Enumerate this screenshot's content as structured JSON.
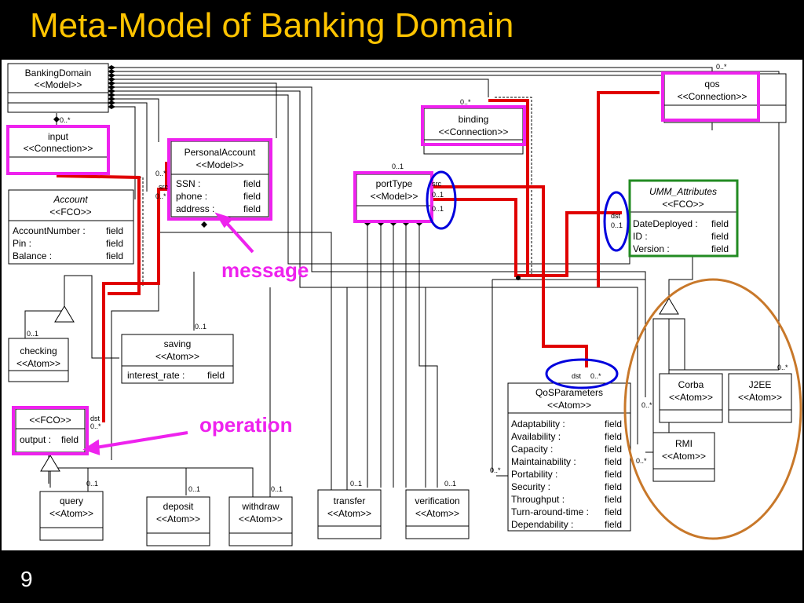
{
  "slide": {
    "title": "Meta-Model of Banking Domain",
    "page_number": "9"
  },
  "annotations": {
    "message": "message",
    "operation": "operation"
  },
  "boxes": {
    "banking_domain": {
      "name": "BankingDomain",
      "stereo": "<<Model>>"
    },
    "input": {
      "name": "input",
      "stereo": "<<Connection>>"
    },
    "account": {
      "name": "Account",
      "stereo": "<<FCO>>",
      "attrs": [
        [
          "AccountNumber :",
          "field"
        ],
        [
          "Pin :",
          "field"
        ],
        [
          "Balance :",
          "field"
        ]
      ]
    },
    "personal_account": {
      "name": "PersonalAccount",
      "stereo": "<<Model>>",
      "attrs": [
        [
          "SSN :",
          "field"
        ],
        [
          "phone :",
          "field"
        ],
        [
          "address :",
          "field"
        ]
      ]
    },
    "checking": {
      "name": "checking",
      "stereo": "<<Atom>>"
    },
    "saving": {
      "name": "saving",
      "stereo": "<<Atom>>",
      "attrs": [
        [
          "interest_rate :",
          "field"
        ]
      ]
    },
    "output": {
      "stereo": "<<FCO>>",
      "attrs": [
        [
          "output :",
          "field"
        ]
      ]
    },
    "query": {
      "name": "query",
      "stereo": "<<Atom>>"
    },
    "deposit": {
      "name": "deposit",
      "stereo": "<<Atom>>"
    },
    "withdraw": {
      "name": "withdraw",
      "stereo": "<<Atom>>"
    },
    "transfer": {
      "name": "transfer",
      "stereo": "<<Atom>>"
    },
    "verification": {
      "name": "verification",
      "stereo": "<<Atom>>"
    },
    "binding": {
      "name": "binding",
      "stereo": "<<Connection>>"
    },
    "port_type": {
      "name": "portType",
      "stereo": "<<Model>>"
    },
    "qos": {
      "name": "qos",
      "stereo": "<<Connection>>"
    },
    "umm_attributes": {
      "name": "UMM_Attributes",
      "stereo": "<<FCO>>",
      "attrs": [
        [
          "DateDeployed :",
          "field"
        ],
        [
          "ID :",
          "field"
        ],
        [
          "Version :",
          "field"
        ]
      ]
    },
    "qos_parameters": {
      "name": "QoSParameters",
      "stereo": "<<Atom>>",
      "attrs": [
        [
          "Adaptability :",
          "field"
        ],
        [
          "Availability :",
          "field"
        ],
        [
          "Capacity :",
          "field"
        ],
        [
          "Maintainability :",
          "field"
        ],
        [
          "Portability :",
          "field"
        ],
        [
          "Security :",
          "field"
        ],
        [
          "Throughput :",
          "field"
        ],
        [
          "Turn-around-time :",
          "field"
        ],
        [
          "Dependability :",
          "field"
        ]
      ]
    },
    "corba": {
      "name": "Corba",
      "stereo": "<<Atom>>"
    },
    "j2ee": {
      "name": "J2EE",
      "stereo": "<<Atom>>"
    },
    "rmi": {
      "name": "RMI",
      "stereo": "<<Atom>>"
    }
  },
  "labels": {
    "m0_star": "0..*",
    "m0_1": "0..1",
    "src": "src",
    "dst": "dst"
  },
  "colors": {
    "title": "#FFC400",
    "highlight": "#EE22EE",
    "connection": "#E00000",
    "port": "#0000DD",
    "umm": "#228B22",
    "group": "#C8782A"
  }
}
